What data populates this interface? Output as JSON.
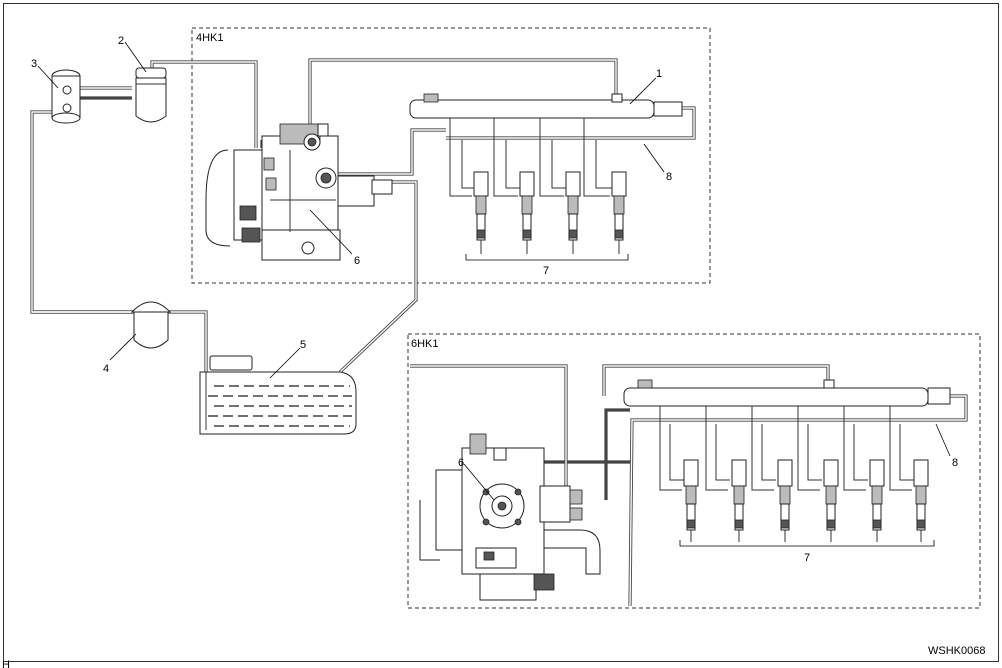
{
  "labels": {
    "box_4hk1": "4HK1",
    "box_6hk1": "6HK1",
    "image_code": "WSHK0068",
    "corner_mark": "H"
  },
  "callouts": {
    "c1": "1",
    "c2": "2",
    "c3": "3",
    "c4": "4",
    "c5": "5",
    "c6_top": "6",
    "c6_bottom": "6",
    "c7_top": "7",
    "c7_bottom": "7",
    "c8_top": "8",
    "c8_bottom": "8"
  }
}
